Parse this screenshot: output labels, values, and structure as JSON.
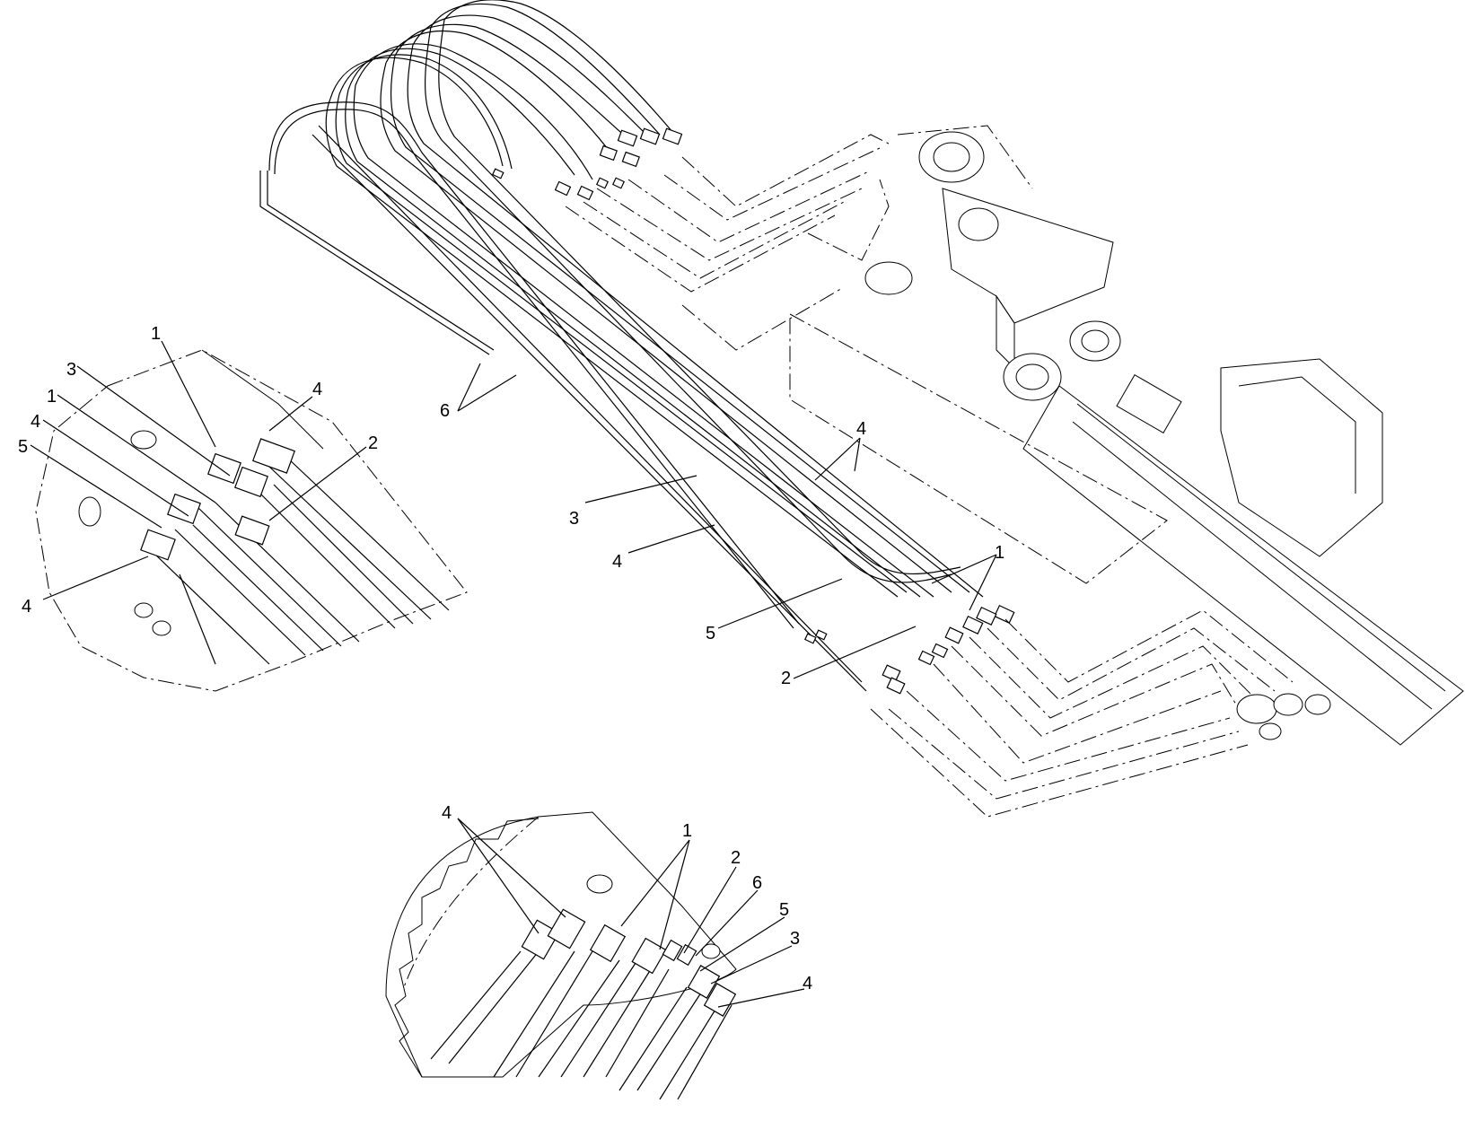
{
  "diagram": {
    "callouts": [
      {
        "id": "c1",
        "text": "1"
      },
      {
        "id": "c2",
        "text": "3"
      },
      {
        "id": "c3",
        "text": "1"
      },
      {
        "id": "c4",
        "text": "4"
      },
      {
        "id": "c5",
        "text": "5"
      },
      {
        "id": "c6",
        "text": "4"
      },
      {
        "id": "c7",
        "text": "2"
      },
      {
        "id": "c8",
        "text": "4"
      },
      {
        "id": "c9",
        "text": "6"
      },
      {
        "id": "c10",
        "text": "4"
      },
      {
        "id": "c11",
        "text": "3"
      },
      {
        "id": "c12",
        "text": "4"
      },
      {
        "id": "c13",
        "text": "1"
      },
      {
        "id": "c14",
        "text": "5"
      },
      {
        "id": "c15",
        "text": "2"
      },
      {
        "id": "c16",
        "text": "4"
      },
      {
        "id": "c17",
        "text": "1"
      },
      {
        "id": "c18",
        "text": "2"
      },
      {
        "id": "c19",
        "text": "6"
      },
      {
        "id": "c20",
        "text": "5"
      },
      {
        "id": "c21",
        "text": "3"
      },
      {
        "id": "c22",
        "text": "4"
      }
    ]
  }
}
